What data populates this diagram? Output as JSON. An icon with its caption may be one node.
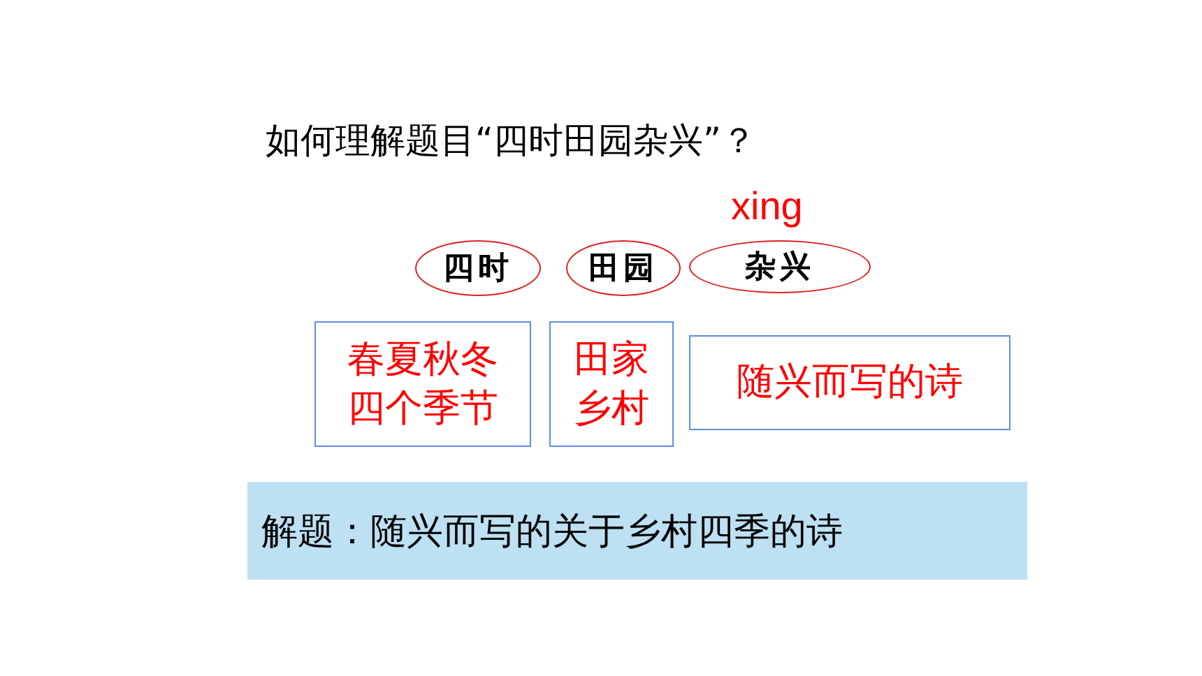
{
  "diagram": {
    "title": "如何理解题目“四时田园杂兴”？",
    "nodes": [
      {
        "text": [
          "四时"
        ]
      },
      {
        "text": [
          "田园"
        ]
      },
      {
        "text": [
          "杂兴"
        ],
        "beside": [
          "xing"
        ]
      },
      {
        "text": [
          "春夏秋冬四个季节"
        ]
      },
      {
        "text": [
          "田家乡村"
        ]
      },
      {
        "text": [
          "随兴而写的诗"
        ]
      },
      {
        "text": [
          "解题：随兴而写的关于乡村四季的诗"
        ]
      }
    ],
    "edges": []
  }
}
